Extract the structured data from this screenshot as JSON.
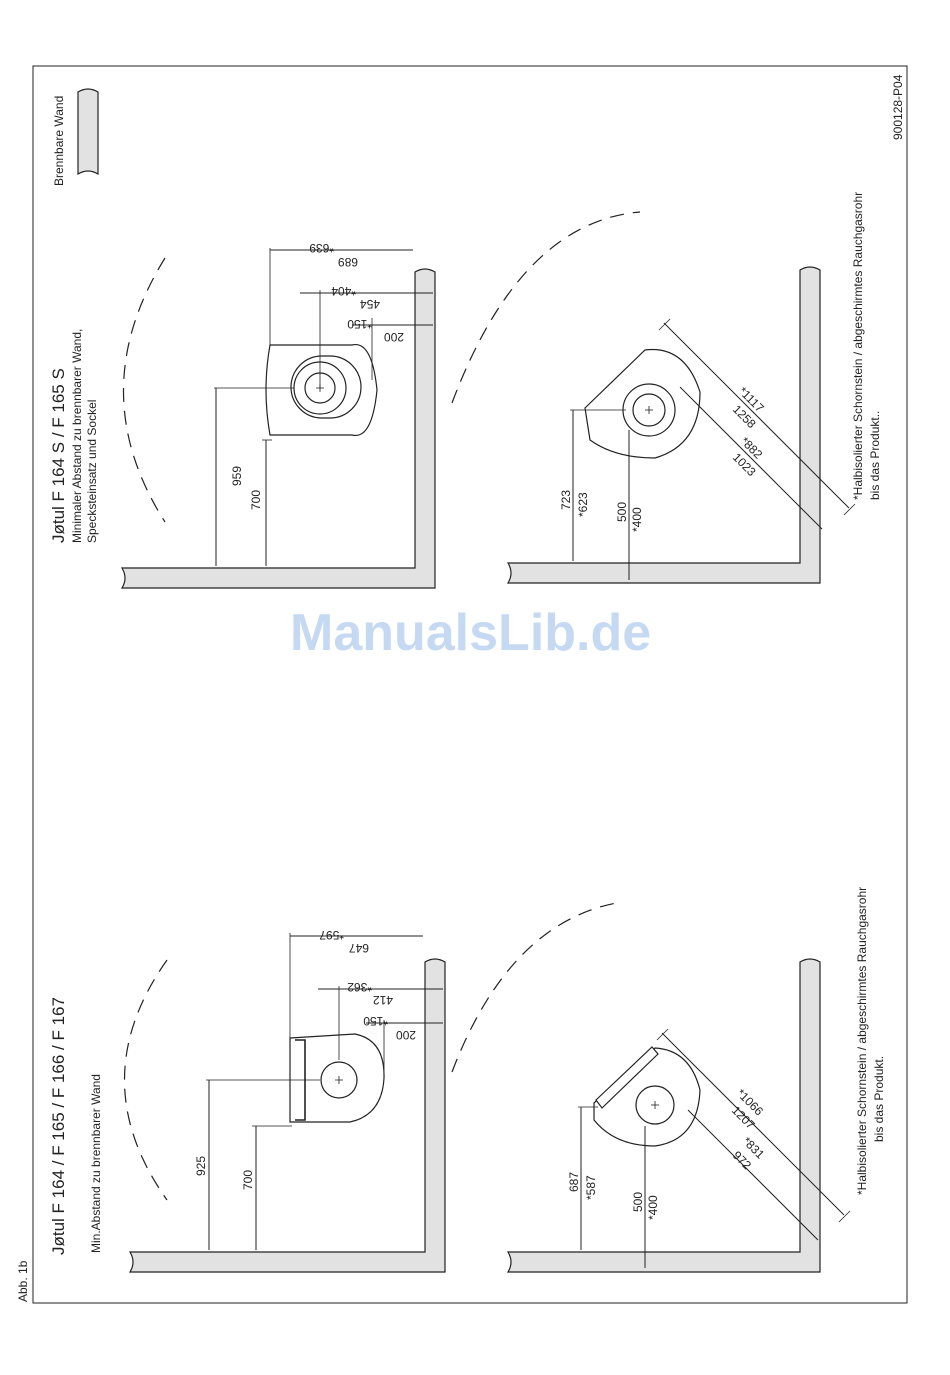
{
  "figure_label": "Abb. 1b",
  "legend": {
    "label": "Brennbare Wand"
  },
  "drawing_number": "900128-P04",
  "watermark": "ManualsLib.de",
  "top_section": {
    "title": "Jøtul F 164 S / F 165 S",
    "subtitle_line1": "Minimaler Abstand zu brennbarer Wand,",
    "subtitle_line2": "Specksteinsatz und Sockel",
    "wall_plan": {
      "dims": {
        "height_total": "959",
        "height_side": "700",
        "front_a": "689",
        "front_a_star": "*639",
        "mid_a": "454",
        "mid_a_star": "*404",
        "gap_a": "200",
        "gap_a_star": "*150"
      }
    },
    "corner_plan": {
      "dims": {
        "d1": "723",
        "d1_star": "*623",
        "d2": "500",
        "d2_star": "*400",
        "diag_a": "1258",
        "diag_a_star": "*1117",
        "diag_b": "1023",
        "diag_b_star": "*882"
      }
    },
    "footnote_line1": "*Halbisolierter Schornstein / abgeschirmtes Rauchgasrohr",
    "footnote_line2": "bis das Produkt.."
  },
  "bottom_section": {
    "title": "Jøtul F 164 / F 165 / F 166 / F 167",
    "subtitle_line1": "Min.Abstand zu brennbarer Wand",
    "wall_plan": {
      "dims": {
        "height_total": "925",
        "height_side": "700",
        "front_a": "647",
        "front_a_star": "*597",
        "mid_a": "412",
        "mid_a_star": "*362",
        "gap_a": "200",
        "gap_a_star": "*150"
      }
    },
    "corner_plan": {
      "dims": {
        "d1": "687",
        "d1_star": "*587",
        "d2": "500",
        "d2_star": "*400",
        "diag_a": "1207",
        "diag_a_star": "*1066",
        "diag_b": "972",
        "diag_b_star": "*831"
      }
    },
    "footnote_line1": "*Halbisolierter Schornstein / abgeschirmtes Rauchgasrohr",
    "footnote_line2": "bis das Produkt."
  }
}
